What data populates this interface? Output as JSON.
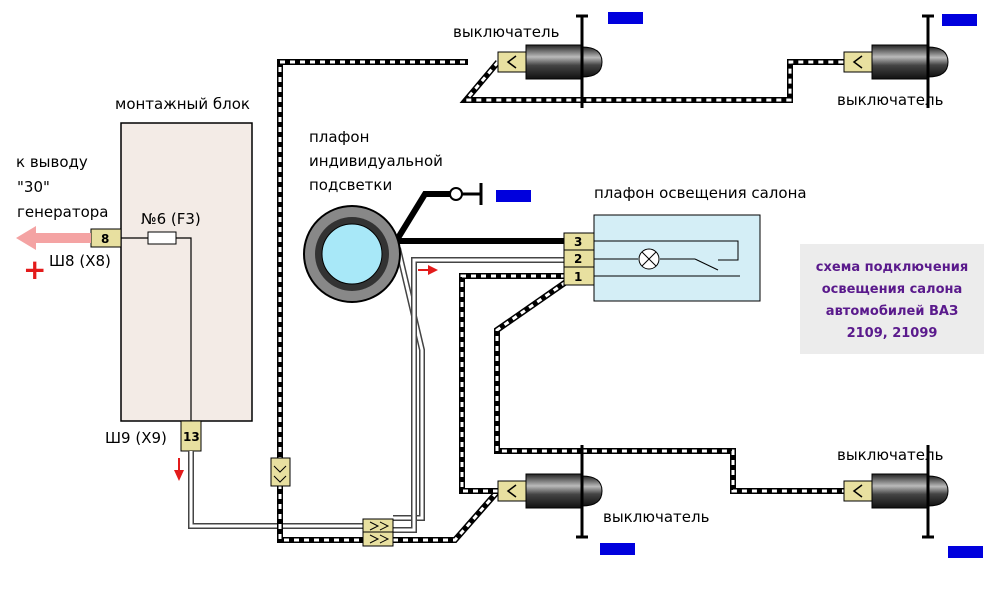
{
  "labels": {
    "mount_block": "монтажный блок",
    "to_output_1": "к выводу",
    "to_output_2": "\"30\"",
    "to_output_3": "генератора",
    "connector_sh8": "Ш8 (Х8)",
    "connector_sh9": "Ш9 (Х9)",
    "fuse": "№6 (F3)",
    "pin_8": "8",
    "pin_13": "13",
    "lamp_individual_1": "плафон",
    "lamp_individual_2": "индивидуальной",
    "lamp_individual_3": "подсветки",
    "lamp_cabin": "плафон освещения салона",
    "pin_1": "1",
    "pin_2": "2",
    "pin_3": "3",
    "switch_top_left": "выключатель",
    "switch_top_right": "выключатель",
    "switch_bottom_left": "выключатель",
    "switch_bottom_right": "выключатель",
    "plus_sign": "+"
  },
  "caption": {
    "line1": "схема подключения",
    "line2": "освещения салона",
    "line3": "автомобилей ВАЗ",
    "line4": "2109, 21099"
  },
  "colors": {
    "ground_mark": "#0000dd",
    "arrow_red": "#e31b1b",
    "arrow_pink": "#f4a3a3",
    "connector_yellow": "#e8e0a0",
    "lamp_box": "#d4eef6",
    "block_fill": "#f3ebe6",
    "caption_bg": "#ececec",
    "caption_text": "#5a1a8c"
  }
}
